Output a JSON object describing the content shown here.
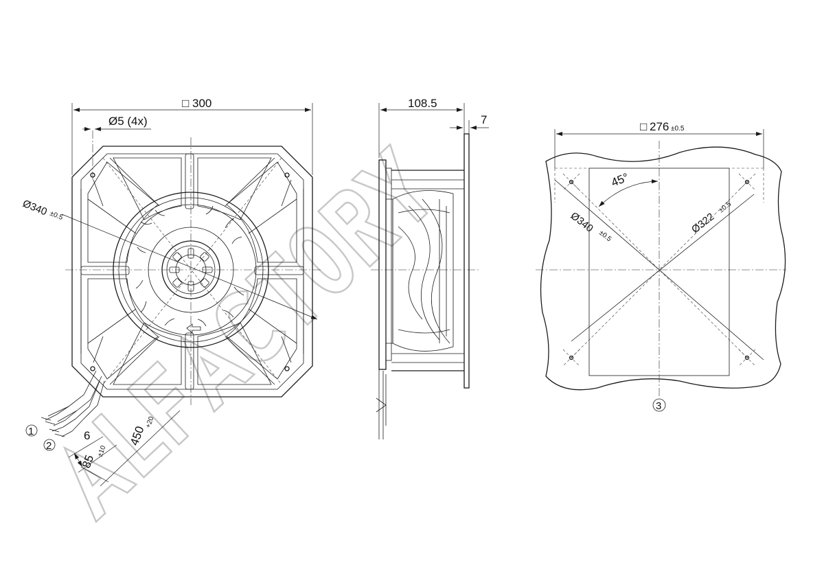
{
  "front_view": {
    "square_symbol": "□",
    "width_label": "300",
    "hole_label": "Ø5 (4x)",
    "diameter_main": "Ø340",
    "diameter_tol": "±0.5",
    "cable_callout_1": "1",
    "cable_callout_2": "2",
    "strip_length": "6",
    "sleeve_length": "85",
    "sleeve_tol": "±10",
    "cable_length": "450",
    "cable_tol": "+20"
  },
  "side_view": {
    "depth_label": "108.5",
    "flange_label": "7"
  },
  "cutout_view": {
    "square_symbol": "□",
    "cutout_size": "276",
    "cutout_tol": "±0.5",
    "angle_label": "45°",
    "diameter_outer": "Ø340",
    "diameter_outer_tol": "±0.5",
    "diameter_bolt": "Ø322",
    "diameter_bolt_tol": "±0.5",
    "callout_3": "3"
  },
  "watermark": "ALFACTORY"
}
